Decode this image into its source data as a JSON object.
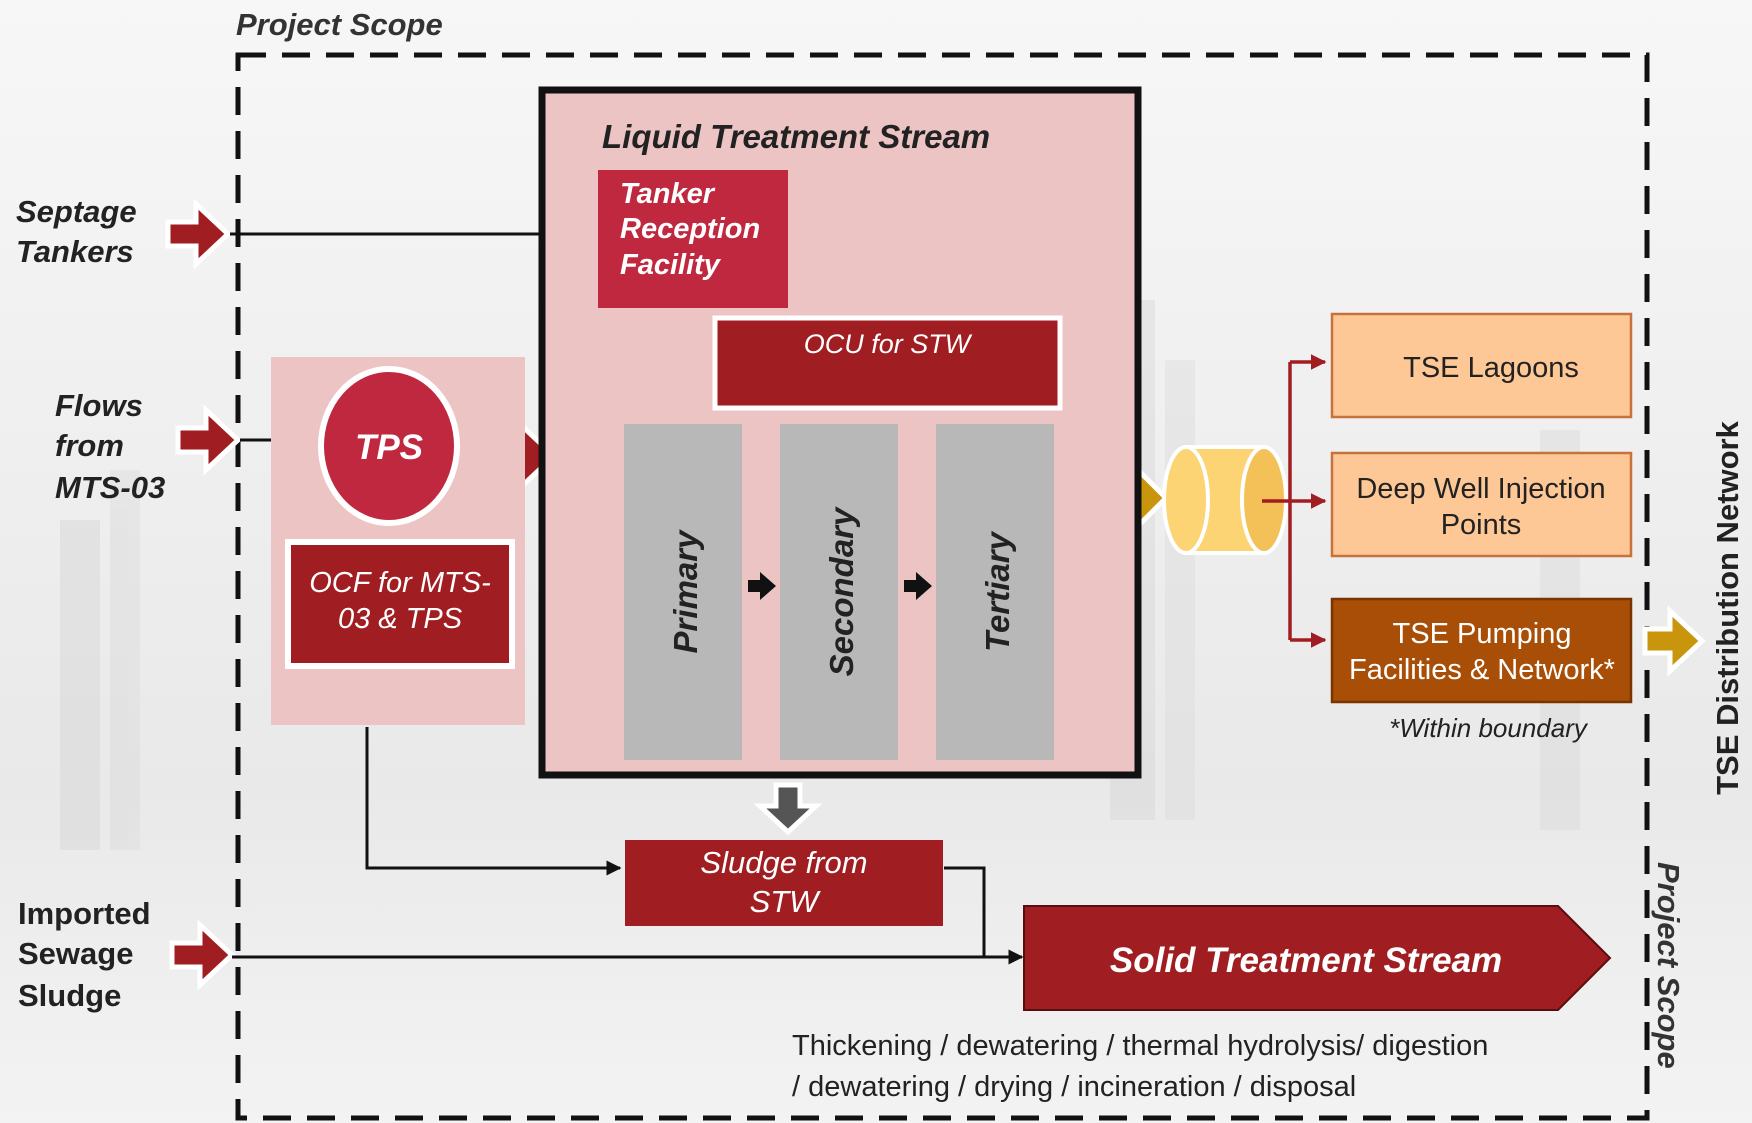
{
  "project_scope_top": "Project Scope",
  "project_scope_side": "Project Scope",
  "inputs": {
    "septage": [
      "Septage",
      "Tankers"
    ],
    "flows": [
      "Flows",
      "from",
      "MTS-03"
    ],
    "imported": [
      "Imported",
      "Sewage",
      "Sludge"
    ]
  },
  "liquid_stream": {
    "title": "Liquid Treatment Stream",
    "tanker_facility": [
      "Tanker",
      "Reception",
      "Facility"
    ],
    "ocu": "OCU for STW",
    "stages": [
      "Primary",
      "Secondary",
      "Tertiary"
    ]
  },
  "tps": {
    "label": "TPS",
    "ocf": [
      "OCF for MTS-",
      "03 & TPS"
    ]
  },
  "sludge_box": [
    "Sludge from",
    "STW"
  ],
  "solid_stream": "Solid Treatment Stream",
  "solid_steps": [
    "Thickening / dewatering / thermal hydrolysis/ digestion",
    "/ dewatering / drying / incineration / disposal"
  ],
  "outputs": {
    "lagoons": "TSE Lagoons",
    "deep_well": [
      "Deep Well Injection",
      "Points"
    ],
    "pumping": [
      "TSE Pumping",
      "Facilities & Network*"
    ],
    "footnote": "*Within boundary"
  },
  "distribution_label": "TSE Distribution Network",
  "colors": {
    "dark_red": "#a01e22",
    "crimson": "#c0283f",
    "pink_bg": "#ecc4c4",
    "gray_stage": "#b8b8b8",
    "orange_light": "#fdc796",
    "orange_dark": "#a84e06",
    "gold": "#cc9912",
    "tank": "#fcd473"
  }
}
